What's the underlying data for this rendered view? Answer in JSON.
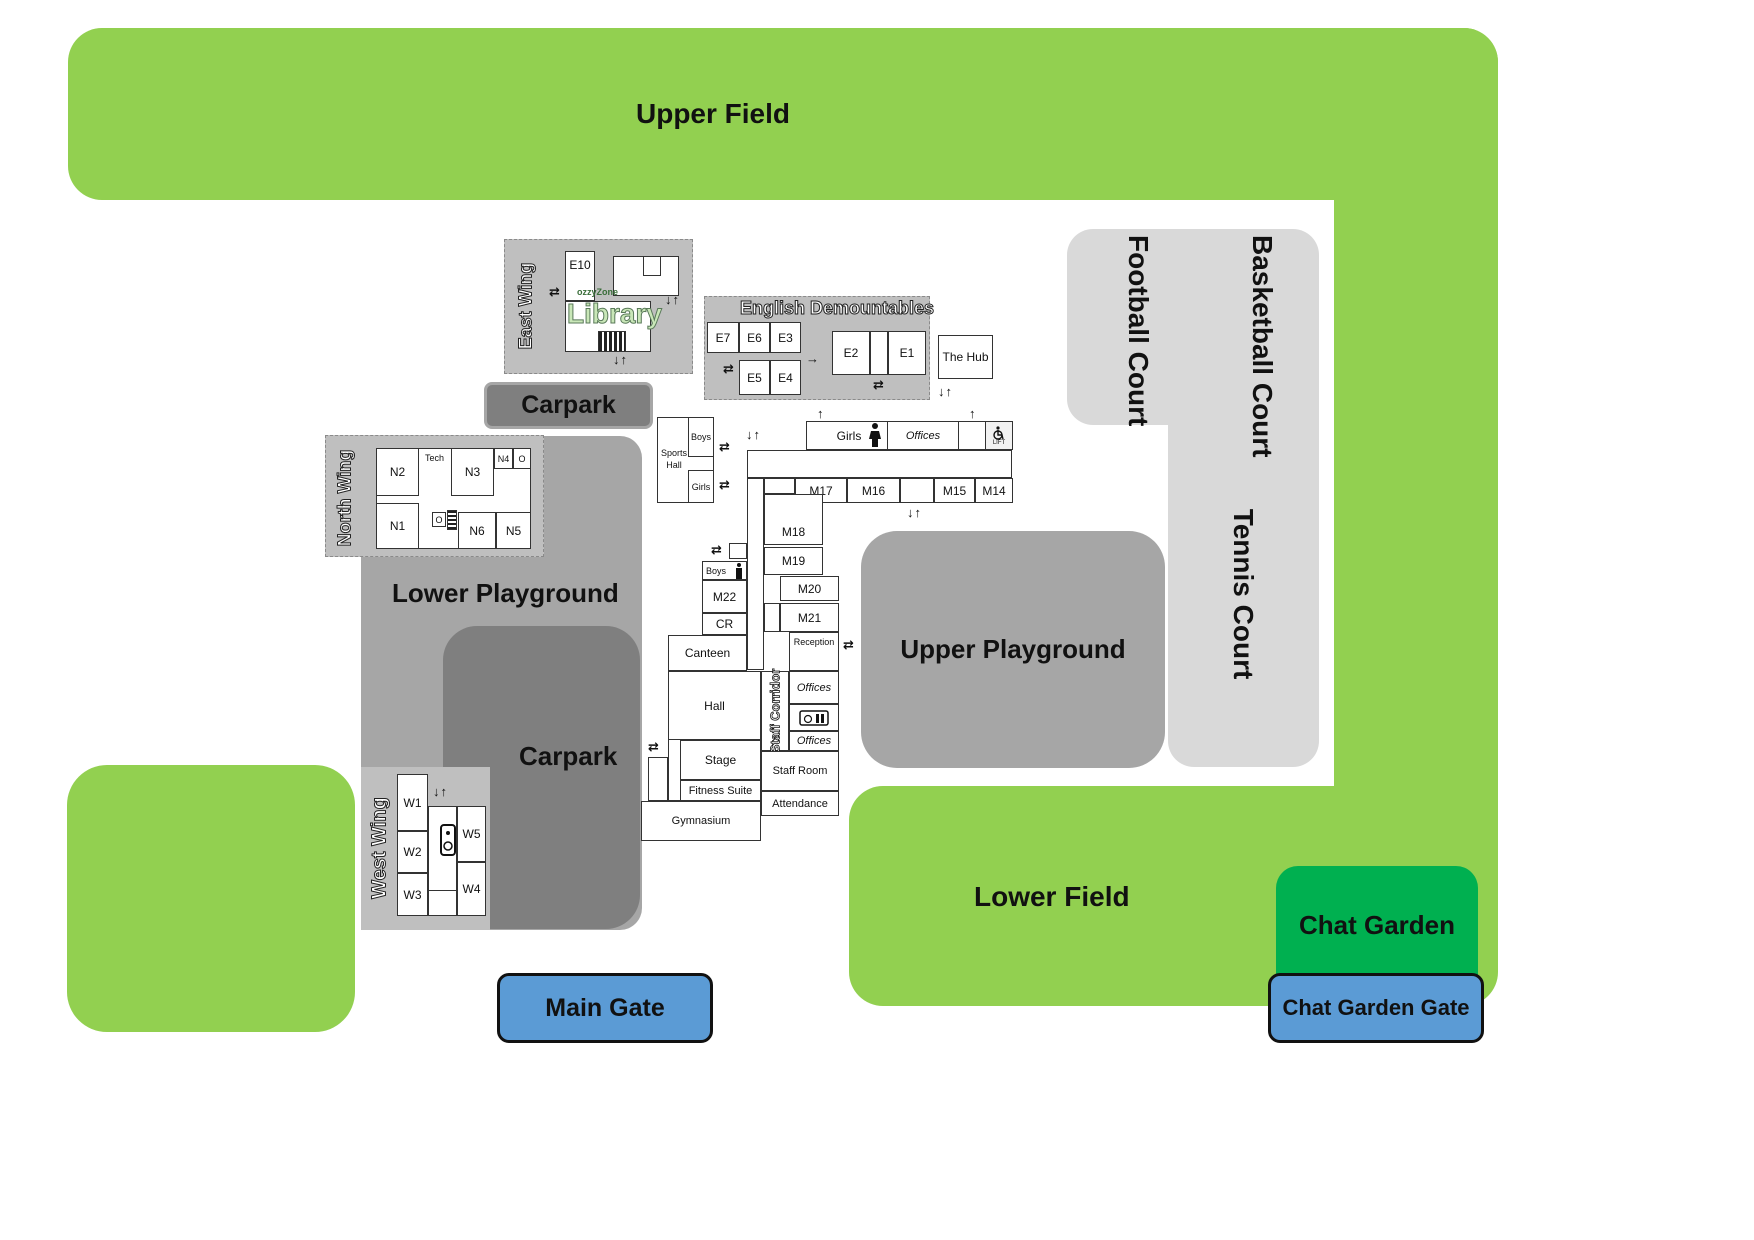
{
  "colors": {
    "field_green": "#92d050",
    "garden_green": "#00b050",
    "gate_blue": "#5b9bd5",
    "playground_grey": "#a6a6a6",
    "carpark_grey": "#7f7f7f",
    "court_grey": "#d9d9d9",
    "wing_grey": "#bfbfbf"
  },
  "areas": {
    "upper_field": "Upper Field",
    "lower_field": "Lower Field",
    "chat_garden": "Chat Garden",
    "main_gate": "Main Gate",
    "chat_garden_gate": "Chat Garden Gate",
    "carpark_top": "Carpark",
    "carpark_main": "Carpark",
    "lower_playground": "Lower Playground",
    "upper_playground": "Upper Playground",
    "tennis_court": "Tennis Court",
    "football_court": "Football Court",
    "basketball_court": "Basketball Court"
  },
  "wings": {
    "east": {
      "title": "East Wing",
      "rooms": {
        "e10": "E10",
        "library": "Library",
        "zone": "ozzyZone"
      }
    },
    "english": {
      "title": "English Demountables",
      "rooms": {
        "e7": "E7",
        "e6": "E6",
        "e3": "E3",
        "e5": "E5",
        "e4": "E4",
        "e2": "E2",
        "e1": "E1"
      }
    },
    "north": {
      "title": "North Wing",
      "rooms": {
        "n2": "N2",
        "tech": "Tech",
        "n3": "N3",
        "n4": "N4",
        "o1": "O",
        "n1": "N1",
        "o2": "O",
        "n6": "N6",
        "n5": "N5"
      }
    },
    "west": {
      "title": "West Wing",
      "rooms": {
        "w1": "W1",
        "w2": "W2",
        "w3": "W3",
        "w4": "W4",
        "w5": "W5"
      }
    }
  },
  "main_building": {
    "the_hub": "The Hub",
    "sports_hall": "Sports Hall",
    "boys_top": "Boys",
    "girls_left": "Girls",
    "girls_top": "Girls",
    "offices_top": "Offices",
    "lift": "LIFT",
    "m17": "M17",
    "m16": "M16",
    "m15": "M15",
    "m14": "M14",
    "m18": "M18",
    "m19": "M19",
    "m20": "M20",
    "m21": "M21",
    "m22": "M22",
    "boys_mid": "Boys",
    "cr": "CR",
    "canteen": "Canteen",
    "reception": "Reception",
    "hall": "Hall",
    "staff_corridor": "Staff Corridor",
    "offices_a": "Offices",
    "offices_b": "Offices",
    "stage": "Stage",
    "fitness_suite": "Fitness Suite",
    "staff_room": "Staff Room",
    "attendance": "Attendance",
    "gymnasium": "Gymnasium"
  },
  "arrows": {
    "left_right": "⇄",
    "up_down": "↓↑",
    "up": "↑",
    "right": "→"
  }
}
